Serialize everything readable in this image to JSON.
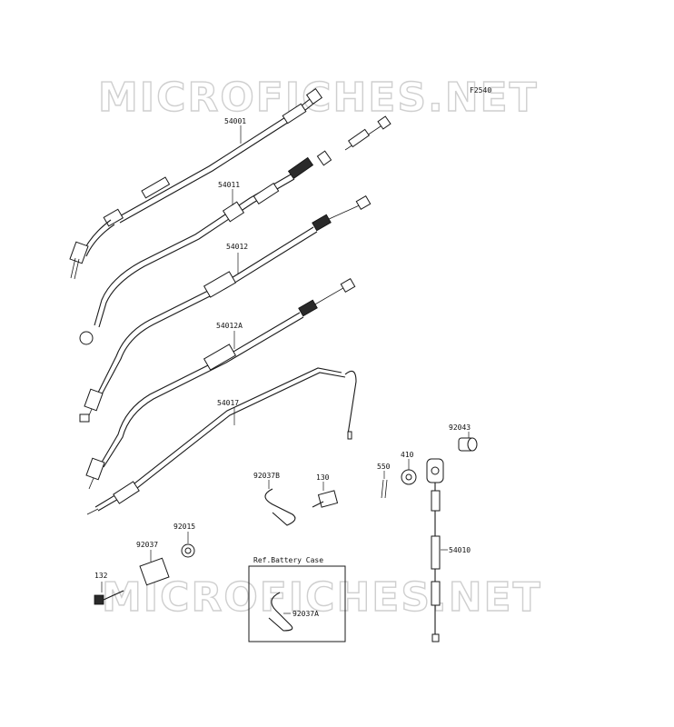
{
  "watermark": {
    "text": "MICROFICHES.NET"
  },
  "figure_code": "F2540",
  "callouts": {
    "p54001": "54001",
    "p54011": "54011",
    "p54012": "54012",
    "p54012A": "54012A",
    "p54017": "54017",
    "p92043": "92043",
    "p410": "410",
    "p550": "550",
    "p92037B": "92037B",
    "p130": "130",
    "p54010": "54010",
    "p92015": "92015",
    "p92037": "92037",
    "p132": "132",
    "p92037A": "92037A"
  },
  "reference_box": {
    "label": "Ref.Battery Case"
  }
}
